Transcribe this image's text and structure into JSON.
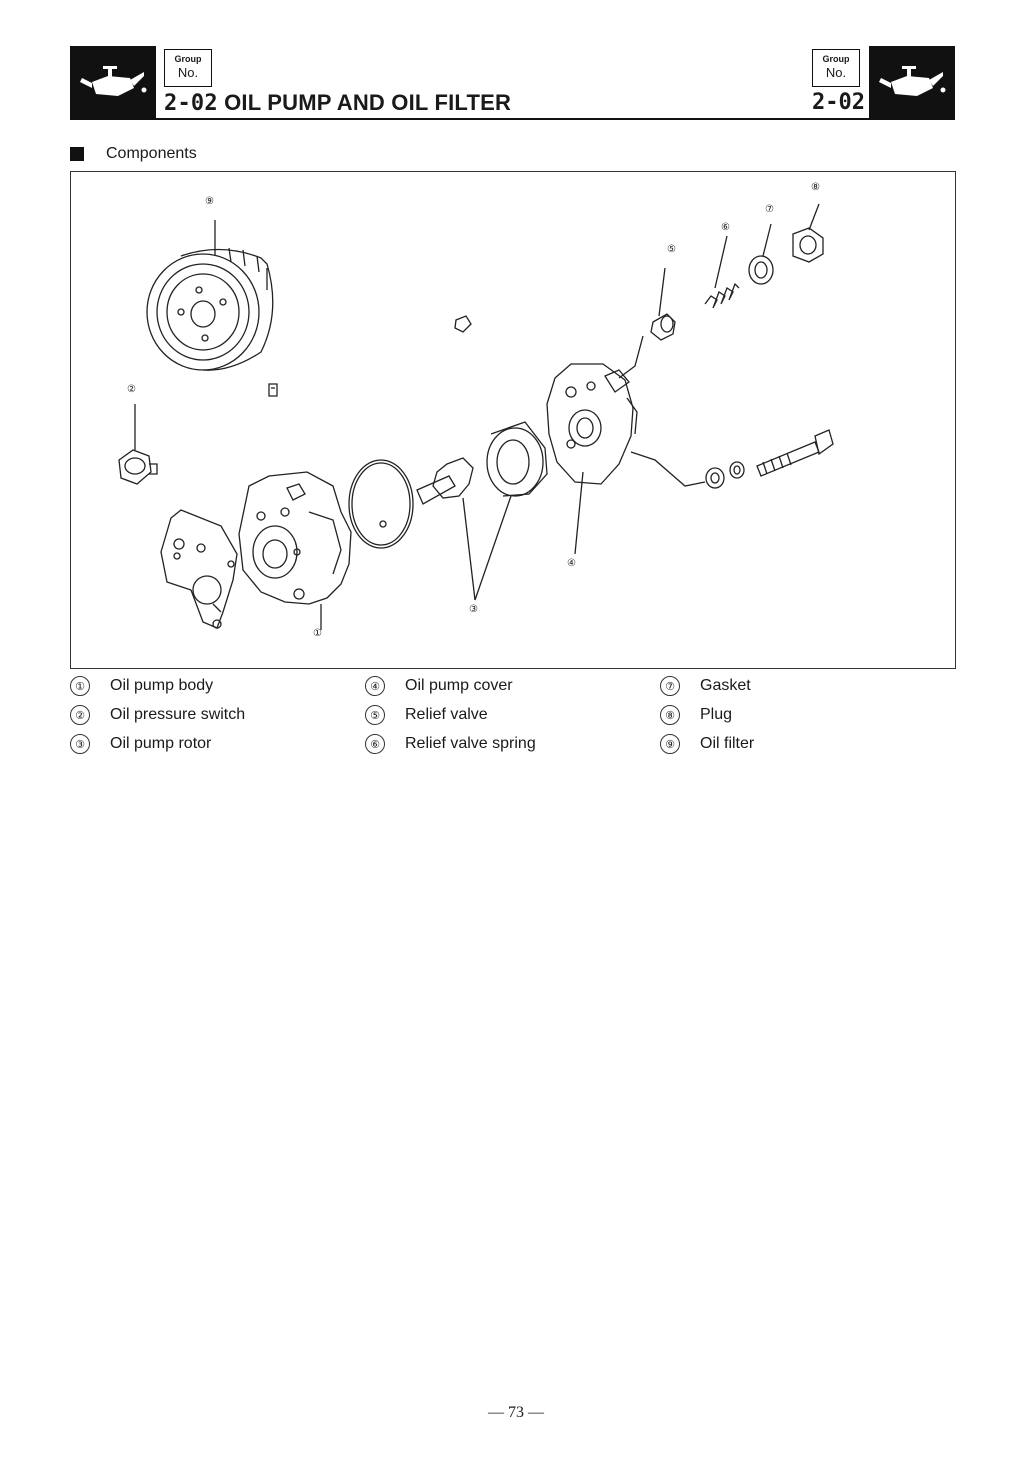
{
  "header": {
    "group_label": "Group",
    "no_label": "No.",
    "section_code": "2-02",
    "section_title": "OIL PUMP AND OIL FILTER",
    "section_code_right": "2-02",
    "icon_left": "oil-can-icon",
    "icon_right": "oil-can-icon"
  },
  "subsection": {
    "title": "Components"
  },
  "diagram": {
    "callouts": [
      "①",
      "②",
      "③",
      "④",
      "⑤",
      "⑥",
      "⑦",
      "⑧",
      "⑨"
    ]
  },
  "parts_list": [
    {
      "num": "①",
      "label": "Oil pump body"
    },
    {
      "num": "②",
      "label": "Oil pressure switch"
    },
    {
      "num": "③",
      "label": "Oil pump rotor"
    },
    {
      "num": "④",
      "label": "Oil pump cover"
    },
    {
      "num": "⑤",
      "label": "Relief valve"
    },
    {
      "num": "⑥",
      "label": "Relief valve spring"
    },
    {
      "num": "⑦",
      "label": "Gasket"
    },
    {
      "num": "⑧",
      "label": "Plug"
    },
    {
      "num": "⑨",
      "label": "Oil filter"
    }
  ],
  "page_number": "— 73 —"
}
